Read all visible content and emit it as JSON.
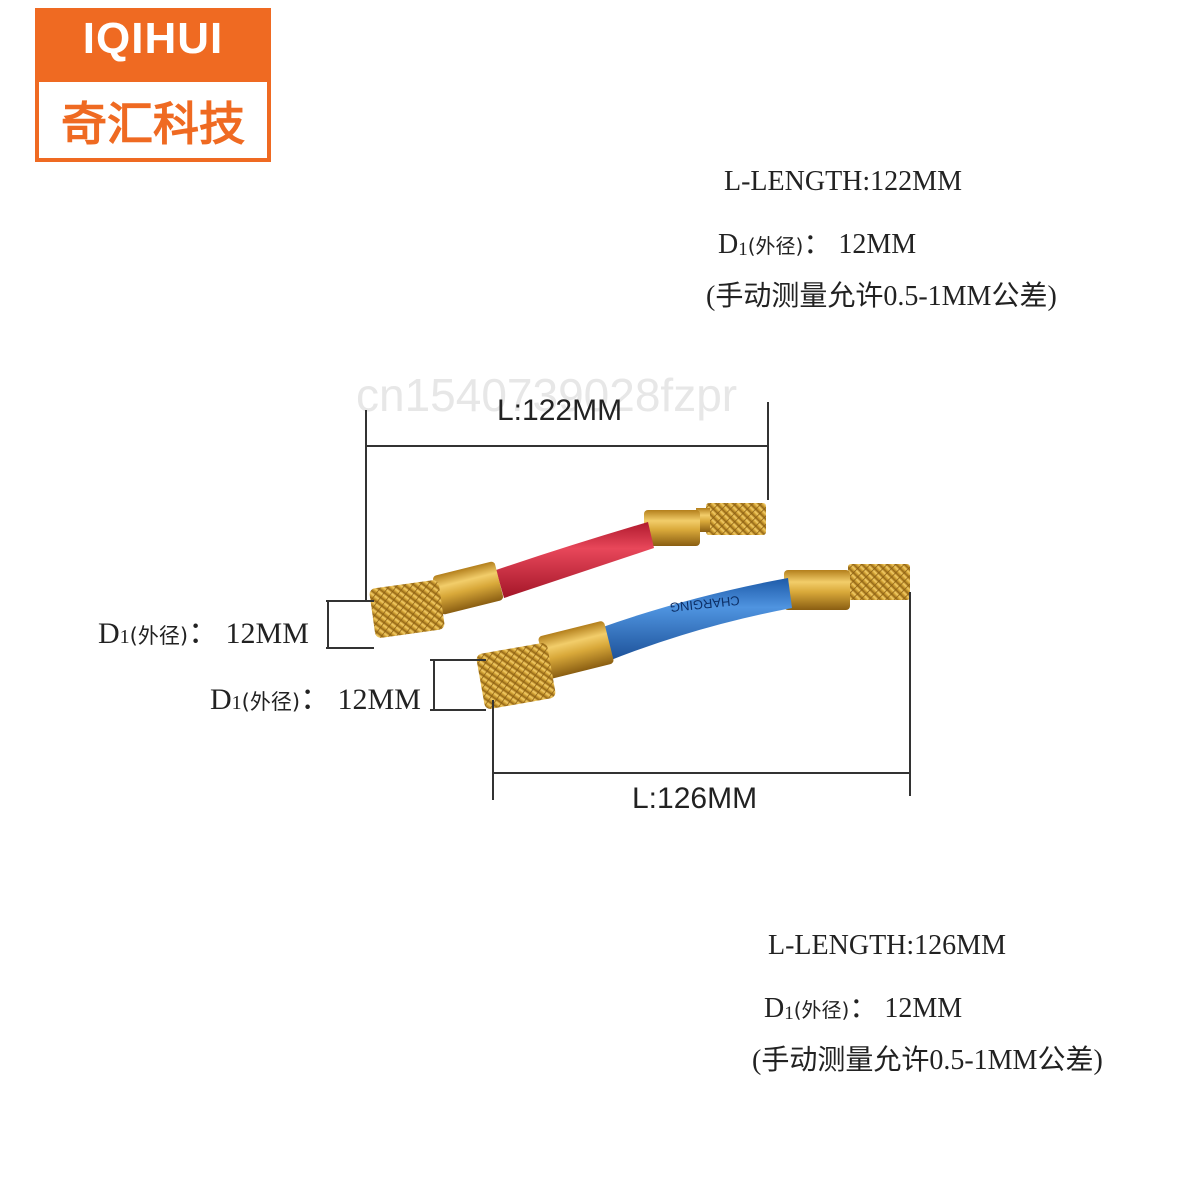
{
  "logo": {
    "brand": "IQIHUI",
    "chinese_name": "奇汇科技",
    "colors": {
      "orange": "#ef6a22",
      "white": "#ffffff"
    }
  },
  "watermark": "cn1540739028fzpr",
  "spec_top": {
    "length_line": "L-LENGTH:122MM",
    "d_prefix": "D",
    "d_sub": "1",
    "d_paren": "(外径)",
    "d_value": "：  12MM",
    "tolerance": "(手动测量允许0.5-1MM公差)"
  },
  "spec_bottom": {
    "length_line": "L-LENGTH:126MM",
    "d_prefix": "D",
    "d_sub": "1",
    "d_paren": "(外径)",
    "d_value": "：  12MM",
    "tolerance": "(手动测量允许0.5-1MM公差)"
  },
  "dimensions": {
    "red_length": "L:122MM",
    "blue_length": "L:126MM",
    "red_diameter": {
      "prefix": "D",
      "sub": "1",
      "paren": "(外径)",
      "value": "：  12MM"
    },
    "blue_diameter": {
      "prefix": "D",
      "sub": "1",
      "paren": "(外径)",
      "value": "：  12MM"
    }
  },
  "hoses": {
    "red": {
      "color": "#d8283e"
    },
    "blue": {
      "color": "#2a73c9",
      "print": "CHARGING"
    },
    "brass_color": "#d9a93a"
  }
}
